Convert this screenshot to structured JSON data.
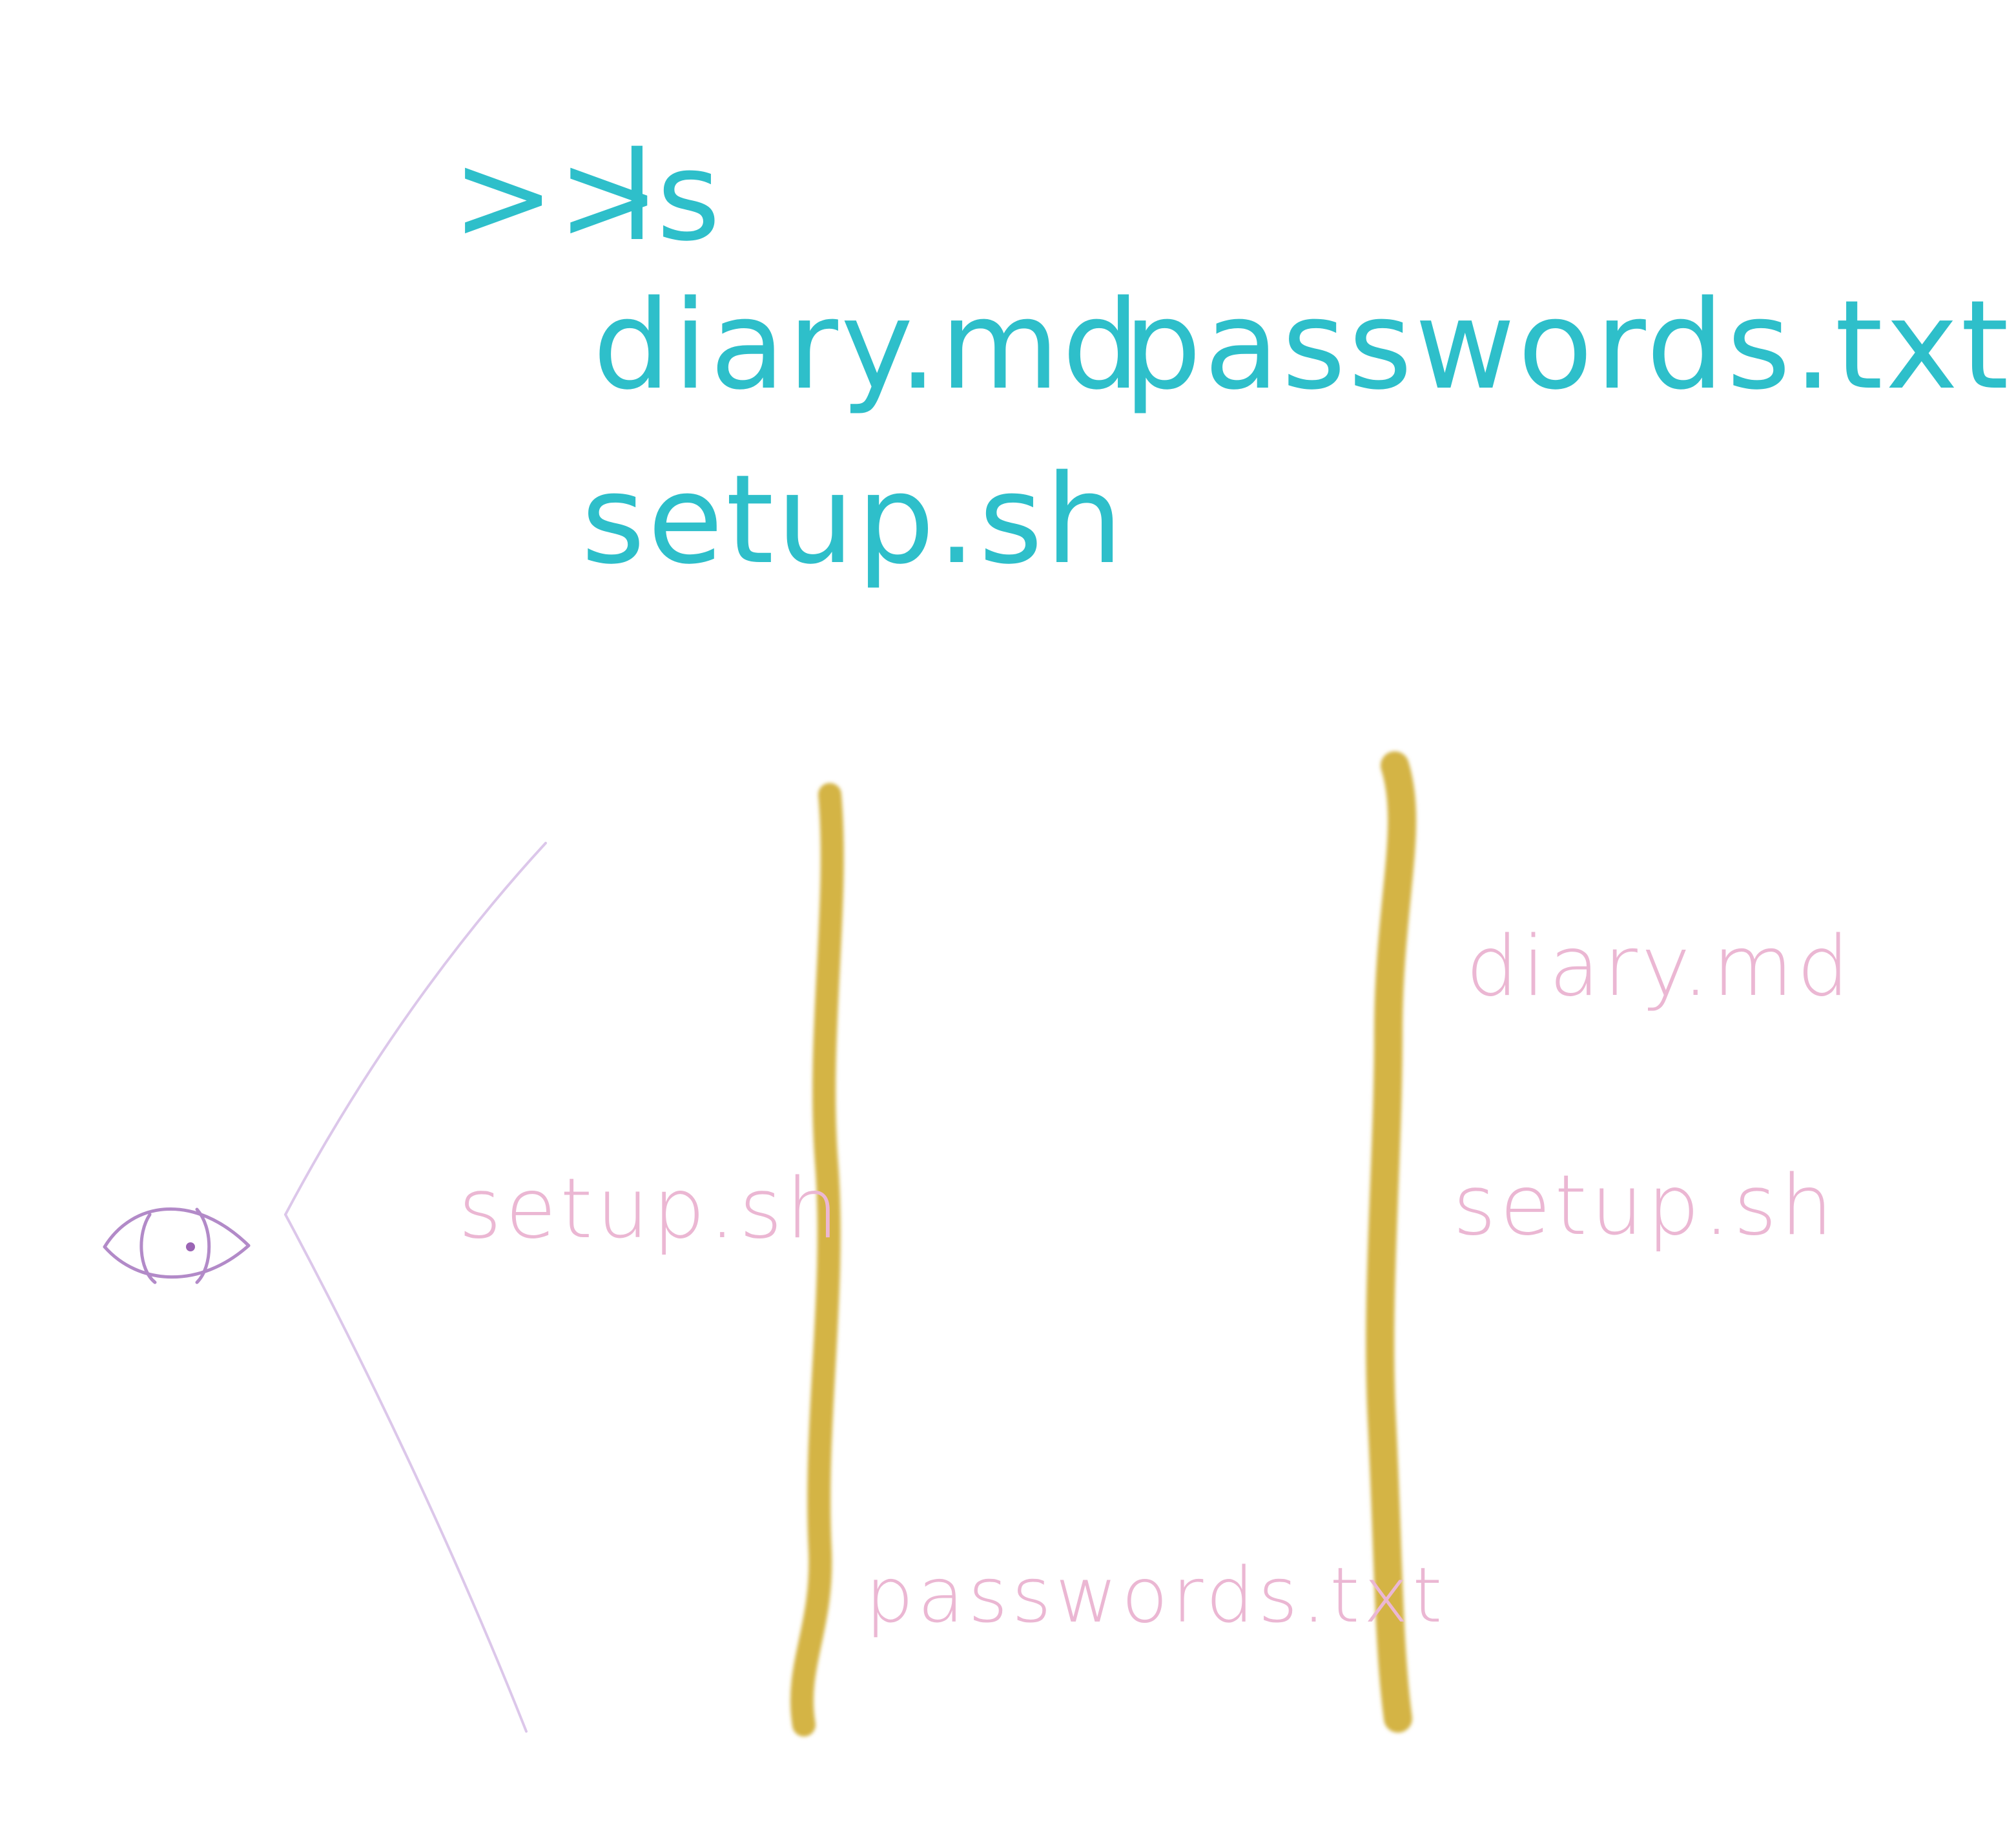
{
  "terminal": {
    "prompt": ">>",
    "command": "ls",
    "output": {
      "diary": "diary.md",
      "passwords": "passwords.txt",
      "setup": "setup.sh"
    }
  },
  "scene": {
    "visible_file": "setup.sh",
    "between_walls_file": "passwords.txt",
    "behind_wall_files": [
      "diary.md",
      "setup.sh"
    ]
  },
  "colors": {
    "terminal_text": "#2ebfca",
    "file_labels": "#ebb7d3",
    "walls": "#d4b444",
    "eye": "#b28ac8",
    "view_lines": "#dcc7ea"
  },
  "icons": {
    "viewer": "eye-icon"
  }
}
